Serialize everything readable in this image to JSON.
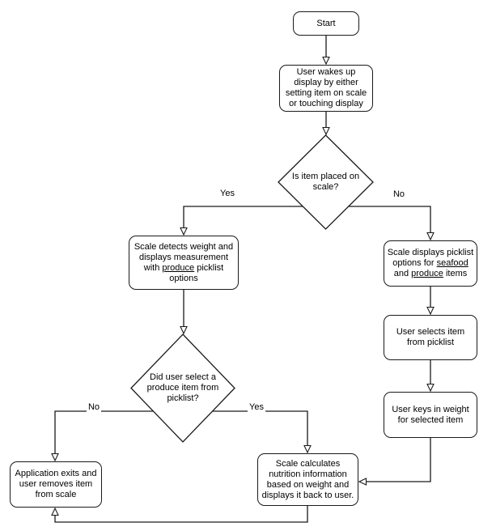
{
  "title": "Scale nutrition flowchart",
  "colors": {
    "background": "#ffffff",
    "shape_fill": "#ffffff",
    "shape_border": "#1a1a1a",
    "connector": "#1a1a1a",
    "text": "#000000"
  },
  "nodes": {
    "start": {
      "label": "Start"
    },
    "wake": {
      "lines": [
        "User wakes up",
        "display by either",
        "setting item on scale",
        "or touching display"
      ]
    },
    "decision_item_on_scale": {
      "lines": [
        "Is item placed on",
        "scale?"
      ]
    },
    "scale_detects": {
      "line1": "Scale detects weight and",
      "line2": "displays measurement",
      "line3_before": "with ",
      "line3_underlined": "produce",
      "line3_after": " picklist",
      "line4": "options"
    },
    "scale_displays": {
      "line1": "Scale displays picklist",
      "line2_before": "options for ",
      "line2_underlined": "seafood",
      "line3_before": "and ",
      "line3_underlined": "produce",
      "line3_after": " items"
    },
    "user_selects": {
      "lines": [
        "User selects item",
        "from picklist"
      ]
    },
    "user_keys": {
      "lines": [
        "User keys in weight",
        "for selected item"
      ]
    },
    "decision_produce_selected": {
      "lines": [
        "Did user select a",
        "produce item from",
        "picklist?"
      ]
    },
    "app_exits": {
      "lines": [
        "Application exits and",
        "user removes item",
        "from scale"
      ]
    },
    "scale_calculates": {
      "lines": [
        "Scale calculates",
        "nutrition information",
        "based on weight and",
        "displays it back to user."
      ]
    }
  },
  "edge_labels": {
    "yes_top": "Yes",
    "no_top": "No",
    "no_bottom": "No",
    "yes_bottom": "Yes"
  }
}
